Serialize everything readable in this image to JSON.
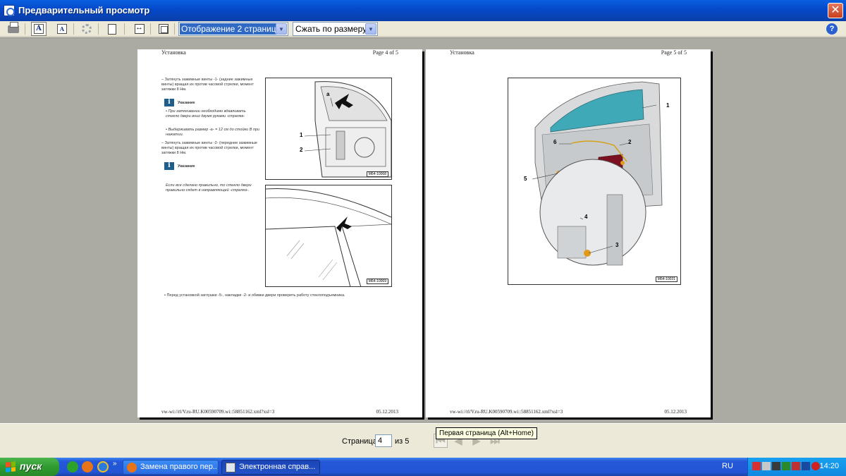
{
  "window": {
    "title": "Предварительный просмотр",
    "close_label": "✕"
  },
  "toolbar": {
    "view_combo": {
      "value": "Отображение 2 страниц"
    },
    "zoom_combo": {
      "value": "Сжать по размеру"
    },
    "help_label": "?"
  },
  "pages": [
    {
      "header_left": "Установка",
      "header_right": "Page 4 of 5",
      "footer_left": "vw-wi://rl/V.ru-RU.K00590709.wi::58851162.xml?xsl=3",
      "footer_right": "05.12.2013",
      "steps": [
        "Затянуть зажимные винты -1- (задние зажимные винты) вращая их против часовой стрелки, момент затяжки 8 Нм.",
        "При затягивании необходимо вдавливать стекло двери вниз двумя руками -стрелка-",
        "Выдерживать размер -a- = 12 см до стойки B при нажатии.",
        "Затянуть зажимные винты -2- (передние зажимные винты) вращая их против часовой стрелки, момент затяжки 8 Нм."
      ],
      "note_labels": [
        "Указание",
        "Указание"
      ],
      "check_text": "Если все сделано правильно, то стекло двери правильно сядет в направляющей -стрелка-.",
      "final_text": "Перед установкой заглушки -5-, накладки -2- и обивки двери проверить работу стеклоподъемника.",
      "figures": [
        {
          "tag": "M64-10068",
          "labels": [
            "a",
            "1",
            "2"
          ]
        },
        {
          "tag": "M64-10069",
          "labels": []
        }
      ]
    },
    {
      "header_left": "Установка",
      "header_right": "Page 5 of 5",
      "footer_left": "vw-wi://rl/V.ru-RU.K00590709.wi::58851162.xml?xsl=3",
      "footer_right": "05.12.2013",
      "figures": [
        {
          "tag": "M64-10031",
          "labels": [
            "1",
            "2",
            "3",
            "4",
            "5",
            "6"
          ]
        }
      ]
    }
  ],
  "statusbar": {
    "page_label": "Страница",
    "page_value": "4",
    "of_label": "из 5",
    "tooltip": "Первая страница (Alt+Home)"
  },
  "taskbar": {
    "start_label": "пуск",
    "quicklaunch_more": "»",
    "tasks": [
      {
        "label": "Замена правого пер..."
      },
      {
        "label": "Электронная справ..."
      }
    ],
    "lang": "RU",
    "clock": "14:20"
  },
  "colors": {
    "titlebar": "#0548c9",
    "taskbar": "#2458d8",
    "start": "#2f9b2f",
    "preview_bg": "#abaaa3"
  }
}
